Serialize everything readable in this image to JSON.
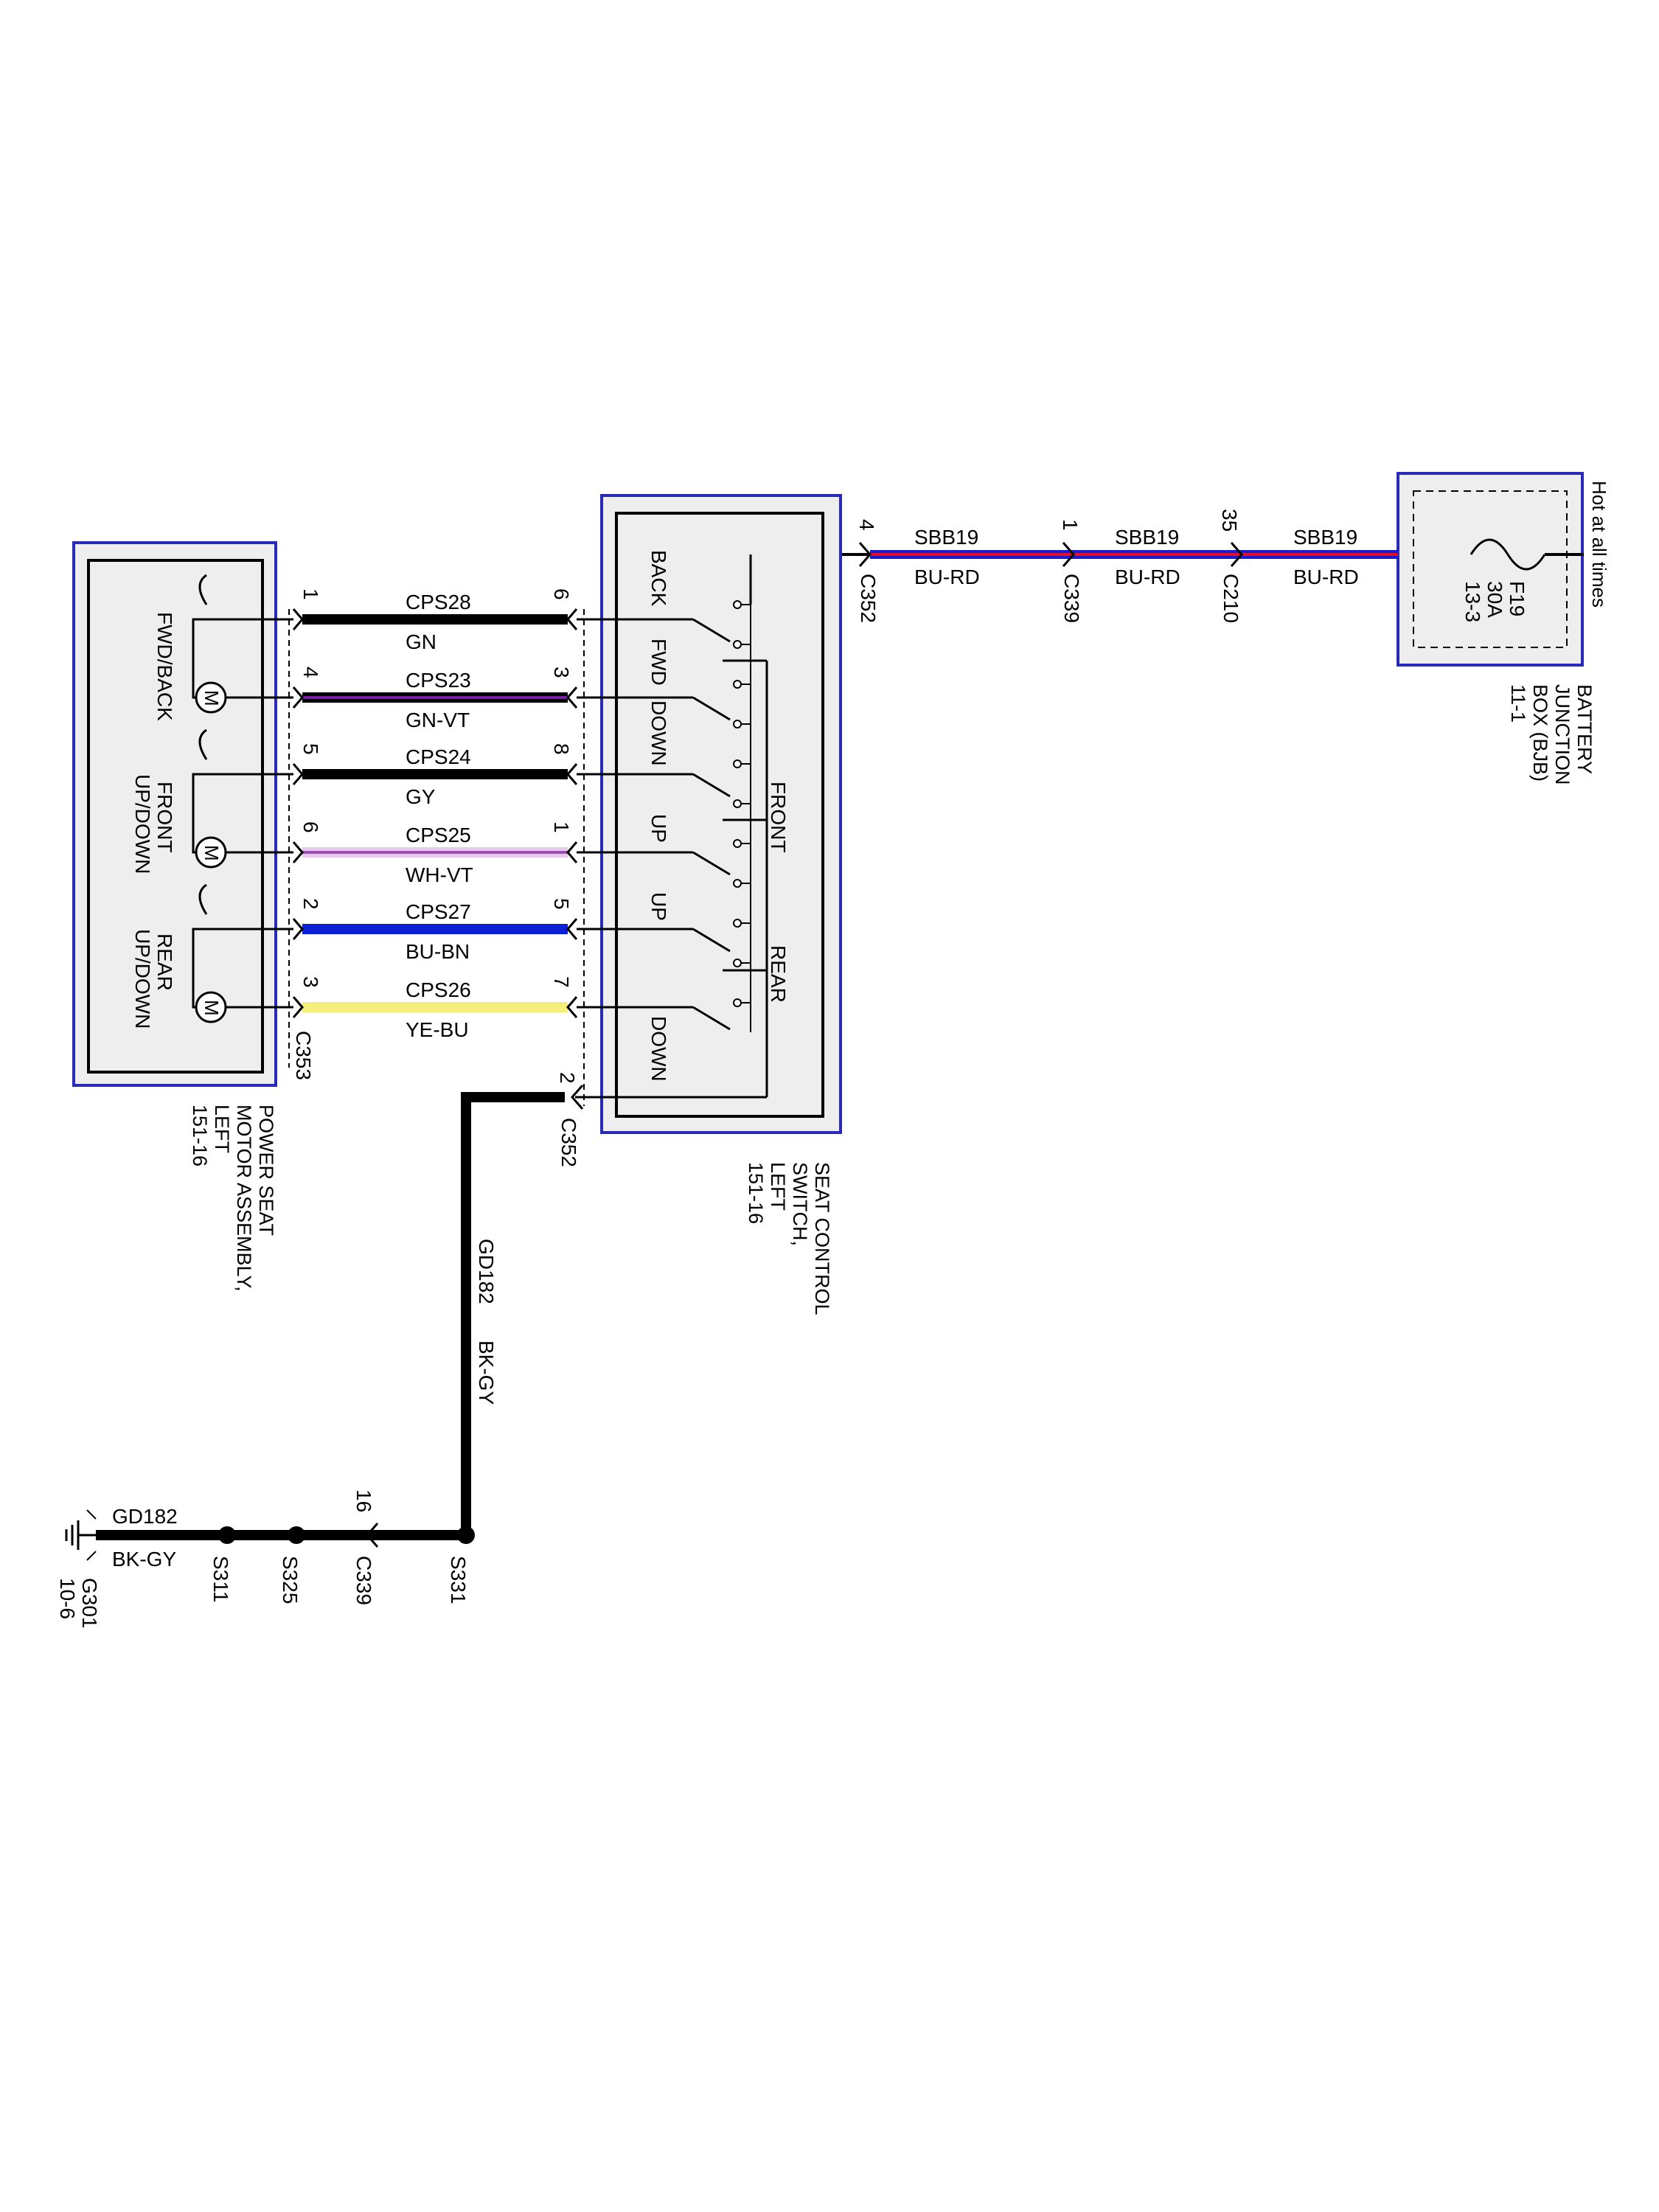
{
  "power": {
    "hot_label": "Hot at all times",
    "bjb_name": [
      "BATTERY",
      "JUNCTION",
      "BOX (BJB)",
      "11-1"
    ],
    "fuse": [
      "F19",
      "30A",
      "13-3"
    ]
  },
  "feed": {
    "segments": [
      {
        "circuit": "SBB19",
        "color": "BU-RD"
      },
      {
        "circuit": "SBB19",
        "color": "BU-RD"
      },
      {
        "circuit": "SBB19",
        "color": "BU-RD"
      }
    ],
    "connectors": [
      {
        "pin": "4",
        "name": "C352"
      },
      {
        "pin": "1",
        "name": "C339"
      },
      {
        "pin": "35",
        "name": "C210"
      }
    ]
  },
  "switch": {
    "name": [
      "SEAT CONTROL",
      "SWITCH,",
      "LEFT",
      "151-16"
    ],
    "labels": {
      "back": "BACK",
      "fwd": "FWD",
      "down1": "DOWN",
      "up1": "UP",
      "up2": "UP",
      "down2": "DOWN",
      "front": "FRONT",
      "rear": "REAR"
    },
    "ground_pin": "2",
    "ground_connector": "C352"
  },
  "motor": {
    "name": [
      "POWER SEAT",
      "MOTOR ASSEMBLY,",
      "LEFT",
      "151-16"
    ],
    "connector": "C353",
    "groups": [
      [
        "FWD/BACK"
      ],
      [
        "FRONT",
        "UP/DOWN"
      ],
      [
        "REAR",
        "UP/DOWN"
      ]
    ],
    "motor_symbol": "M"
  },
  "wires": [
    {
      "circuit": "CPS28",
      "color": "GN",
      "pin_motor": "1",
      "pin_switch": "6",
      "stroke": "#000000",
      "stripe": "#000000"
    },
    {
      "circuit": "CPS23",
      "color": "GN-VT",
      "pin_motor": "4",
      "pin_switch": "3",
      "stroke": "#000000",
      "stripe": "#7a1fa2"
    },
    {
      "circuit": "CPS24",
      "color": "GY",
      "pin_motor": "5",
      "pin_switch": "8",
      "stroke": "#000000",
      "stripe": "#000000"
    },
    {
      "circuit": "CPS25",
      "color": "WH-VT",
      "pin_motor": "6",
      "pin_switch": "1",
      "stroke": "#e8c8ee",
      "stripe": "#9a4fb0"
    },
    {
      "circuit": "CPS27",
      "color": "BU-BN",
      "pin_motor": "2",
      "pin_switch": "5",
      "stroke": "#0a1fd6",
      "stripe": "#0a1fd6"
    },
    {
      "circuit": "CPS26",
      "color": "YE-BU",
      "pin_motor": "3",
      "pin_switch": "7",
      "stroke": "#f4ef7a",
      "stripe": "#f4ef7a"
    }
  ],
  "ground": {
    "vertical": {
      "circuit": "GD182",
      "color": "BK-GY"
    },
    "splices": [
      "S331",
      "S325",
      "S311"
    ],
    "connector": {
      "pin": "16",
      "name": "C339"
    },
    "end_circuit": "GD182",
    "end_color": "BK-GY",
    "ground_name": [
      "G301",
      "10-6"
    ]
  },
  "colors": {
    "frame": "#2a2ab8",
    "panel": "#eeeeee",
    "feed_red": "#e0102a",
    "feed_blue": "#1a1ad0"
  }
}
